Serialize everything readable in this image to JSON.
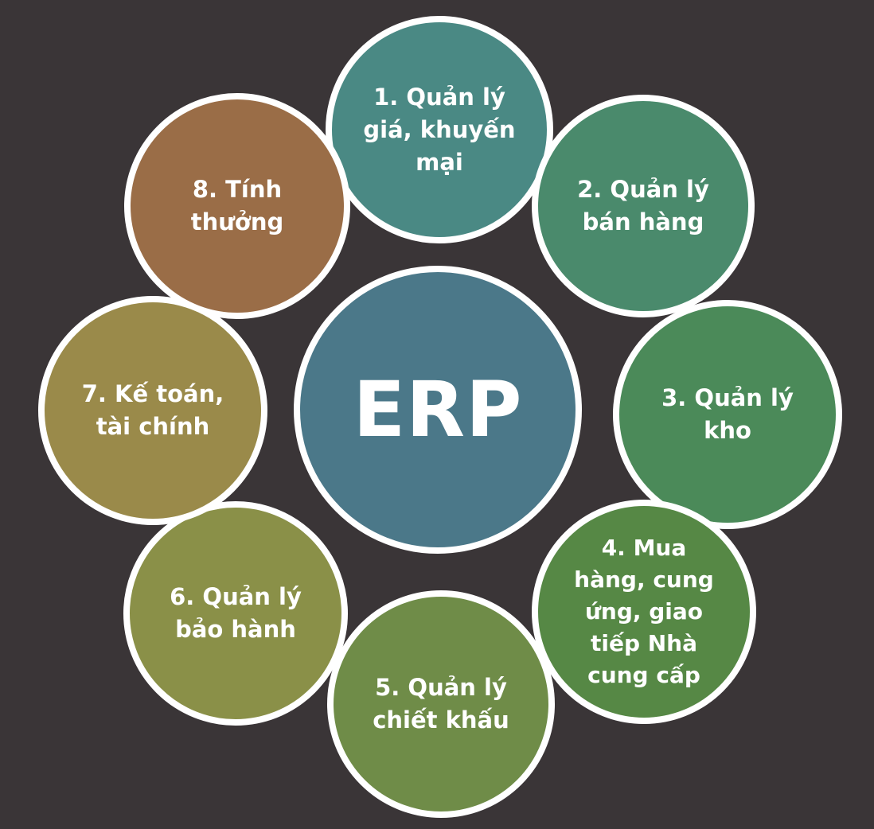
{
  "diagram": {
    "center": {
      "label": "ERP",
      "color": "#4b7889"
    },
    "modules": [
      {
        "label": "1. Quản lý\ngiá, khuyến\nmại",
        "color": "#4a8984"
      },
      {
        "label": "2. Quản lý\nbán hàng",
        "color": "#4a8a6c"
      },
      {
        "label": "3. Quản lý\nkho",
        "color": "#4b8a59"
      },
      {
        "label": "4. Mua\nhàng, cung\nứng, giao\ntiếp Nhà\ncung cấp",
        "color": "#568845"
      },
      {
        "label": "5. Quản lý\nchiết khấu",
        "color": "#6f8c48"
      },
      {
        "label": "6. Quản lý\nbảo hành",
        "color": "#8a9048"
      },
      {
        "label": "7. Kế toán,\ntài chính",
        "color": "#9a8a4a"
      },
      {
        "label": "8. Tính\nthưởng",
        "color": "#9a6d47"
      }
    ]
  }
}
